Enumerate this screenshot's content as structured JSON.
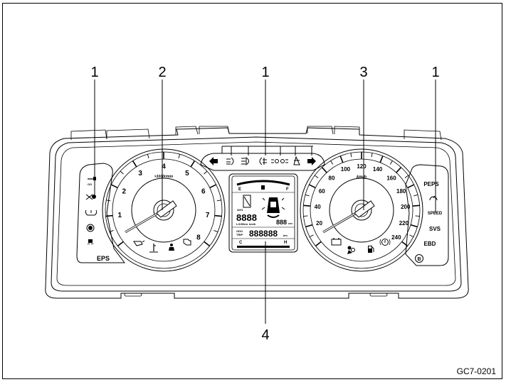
{
  "figure_code": "GC7-0201",
  "callouts": [
    {
      "label": "1",
      "target": "left-warning-lamps"
    },
    {
      "label": "2",
      "target": "tachometer"
    },
    {
      "label": "1",
      "target": "top-indicator-lamps"
    },
    {
      "label": "3",
      "target": "speedometer"
    },
    {
      "label": "1",
      "target": "right-warning-lamps"
    },
    {
      "label": "4",
      "target": "lcd-display"
    }
  ],
  "tachometer": {
    "unit_label": "×1000r/min",
    "ticks": [
      "1",
      "2",
      "3",
      "4",
      "5",
      "6",
      "7",
      "8"
    ],
    "bottom_icons": [
      "oil-pressure-icon",
      "coolant-temperature-icon",
      "seatbelt-icon",
      "check-engine-icon"
    ]
  },
  "speedometer": {
    "unit_label": "km/h",
    "ticks": [
      "20",
      "40",
      "60",
      "80",
      "100",
      "120",
      "140",
      "160",
      "180",
      "200",
      "220",
      "240"
    ],
    "bottom_icons": [
      "battery-icon",
      "airbag-icon",
      "fuel-icon",
      "brake-warning-icon"
    ]
  },
  "left_lamps": {
    "icons": [
      "light-on-icon",
      "immobilizer-icon",
      "tire-pressure-icon",
      "abs-icon",
      "esp-icon"
    ],
    "eps_label": "EPS"
  },
  "right_lamps": {
    "labels": [
      "PEPS",
      "",
      "SPEED",
      "SVS",
      "EBD"
    ],
    "cruise_icon": "cruise-icon",
    "brake_icon_label": "B"
  },
  "top_lamps": {
    "icons": [
      "left-turn-icon",
      "front-fog-icon",
      "high-beam-icon",
      "rear-fog-icon",
      "position-light-icon",
      "door-open-icon",
      "right-turn-icon"
    ]
  },
  "lcd": {
    "fuel_empty": "E",
    "fuel_full": "F",
    "avg_label": "AVG",
    "digits_4": "8888",
    "consumption_unit": "L/100km",
    "speed_unit": "km/h",
    "park_digits": "888",
    "park_unit": "cm",
    "odo_label": "ODO",
    "trip_label": "TRIP",
    "odo_digits": "888888",
    "odo_unit": "km",
    "temp_cold": "C",
    "temp_hot": "H"
  }
}
